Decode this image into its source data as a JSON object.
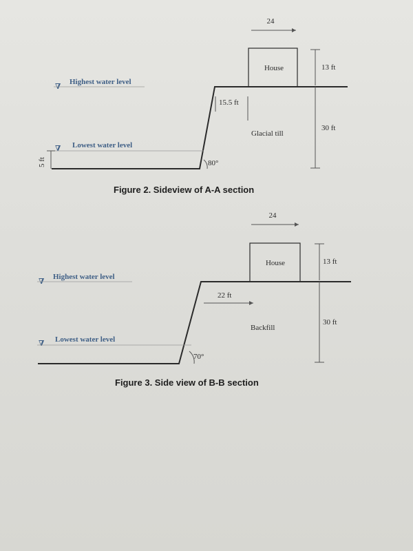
{
  "figure2": {
    "caption": "Figure 2. Sideview of A-A section",
    "house_width": "24",
    "house_label": "House",
    "house_height": "13 ft",
    "highest_water": "Highest water level",
    "lowest_water": "Lowest water level",
    "offset": "15.5 ft",
    "soil": "Glacial till",
    "wall_height": "30 ft",
    "angle": "80°",
    "water_depth": "5 ft"
  },
  "figure3": {
    "caption": "Figure 3. Side view of B-B section",
    "house_width": "24",
    "house_label": "House",
    "house_height": "13 ft",
    "highest_water": "Highest water level",
    "lowest_water": "Lowest water level",
    "offset": "22 ft",
    "soil": "Backfill",
    "wall_height": "30 ft",
    "angle": "70°"
  }
}
